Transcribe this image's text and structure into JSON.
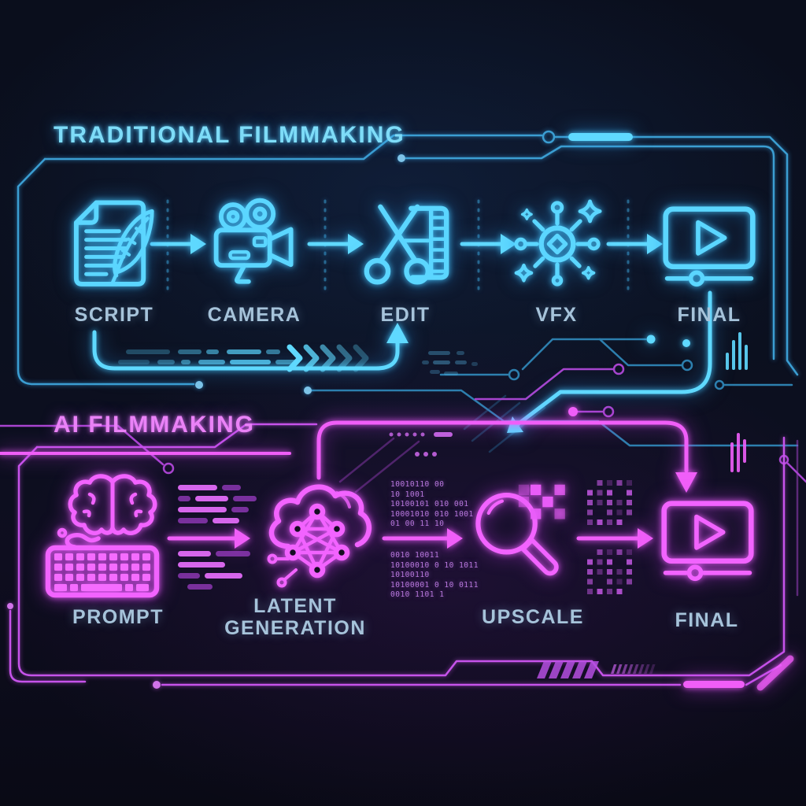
{
  "traditional": {
    "header": "TRADITIONAL FILMMAKING",
    "stages": [
      {
        "label": "SCRIPT",
        "icon": "script-quill-icon"
      },
      {
        "label": "CAMERA",
        "icon": "film-camera-icon"
      },
      {
        "label": "EDIT",
        "icon": "scissors-filmstrip-icon"
      },
      {
        "label": "VFX",
        "icon": "sparkle-burst-icon"
      },
      {
        "label": "FINAL",
        "icon": "video-player-icon"
      }
    ]
  },
  "ai": {
    "header": "AI FILMMAKING",
    "stages": [
      {
        "label": "PROMPT",
        "icon": "brain-keyboard-icon"
      },
      {
        "label": "LATENT GENERATION",
        "icon": "cloud-neural-network-icon"
      },
      {
        "label": "UPSCALE",
        "icon": "magnifier-pixels-icon"
      },
      {
        "label": "FINAL",
        "icon": "video-player-icon"
      }
    ]
  },
  "binary_blocks": {
    "latent_top": [
      "10010110 00",
      "10 1001",
      "10100101 010 001",
      "10001010 010 1001",
      "01 00 11 10"
    ],
    "latent_bottom": [
      "0010 10011",
      "10100010 0 10 1011",
      "10100110",
      "10100001 0 10 0111",
      "0010 1101 1"
    ]
  },
  "colors": {
    "cyan_neon": "#5fd9ff",
    "magenta_neon": "#f05ef8",
    "label_text": "#a6c3da",
    "header_cyan": "#7edcf8",
    "header_magenta": "#ea82f7",
    "background": "#0b101f"
  }
}
